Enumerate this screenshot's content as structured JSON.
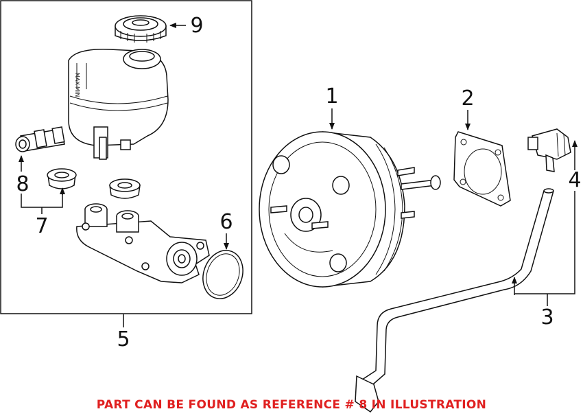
{
  "callouts": {
    "c1": "1",
    "c2": "2",
    "c3": "3",
    "c4": "4",
    "c5": "5",
    "c6": "6",
    "c7": "7",
    "c8": "8",
    "c9": "9"
  },
  "caption": "PART CAN BE FOUND AS REFERENCE # 8 IN ILLUSTRATION",
  "reservoir_marks": {
    "max": "MAX",
    "min": "MIN"
  },
  "colors": {
    "caption": "#e02020",
    "line": "#111111"
  }
}
